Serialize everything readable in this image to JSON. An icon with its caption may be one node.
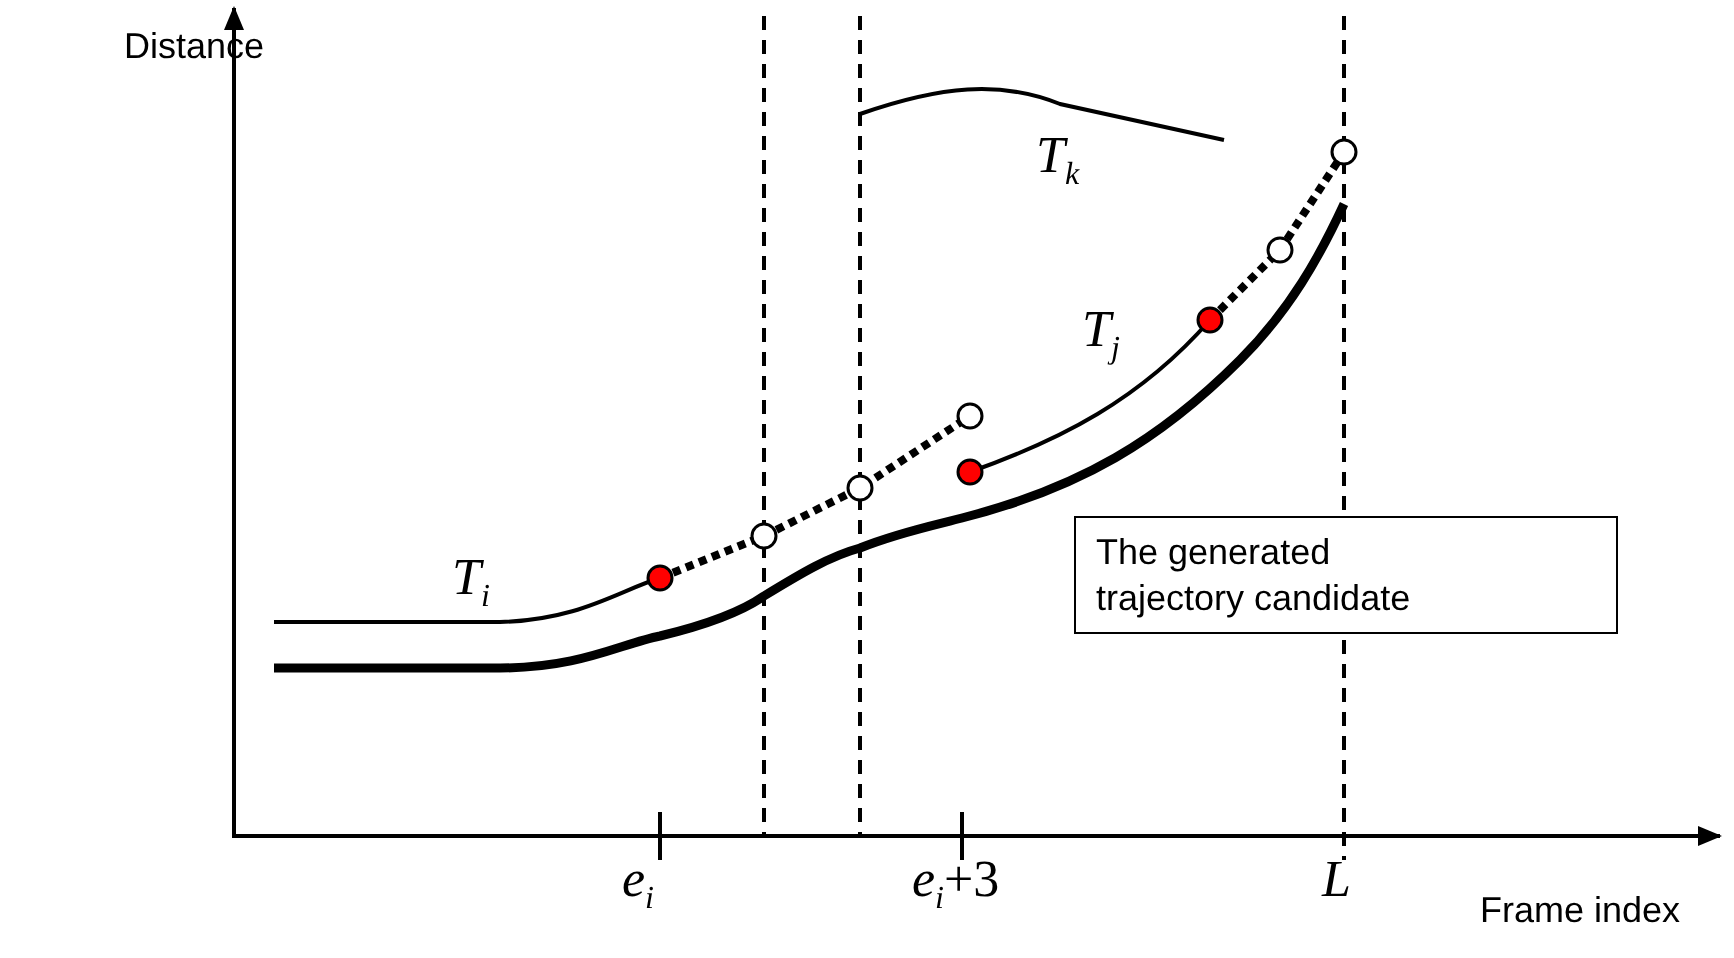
{
  "diagram": {
    "nodes": [
      {
        "text": [
          "The generated trajectory candidate"
        ]
      }
    ],
    "edges": [],
    "labels": [
      "Distance",
      "T$_{j}$",
      "T$_{k}$",
      "T$_{i}$",
      "e$_{i}$",
      "e$_{i}$+3",
      "L",
      "Frame index"
    ]
  }
}
